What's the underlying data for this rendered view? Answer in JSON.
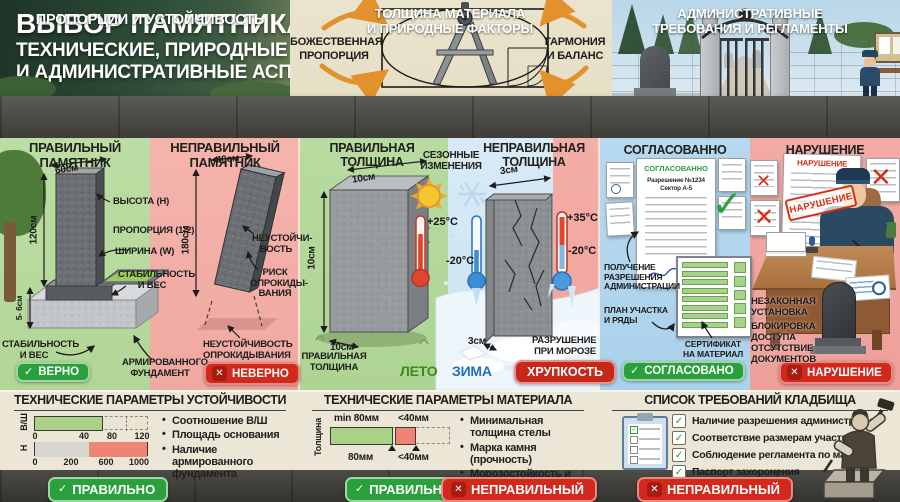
{
  "icons": {
    "check": "✓",
    "cross": "✕"
  },
  "palette": {
    "correct_green": "#2aa03c",
    "error_red": "#d3291d",
    "fragility_red": "#c4291b",
    "green_zone": "#b9dba0",
    "pink_zone": "#f3b1a9",
    "blue_zone": "#b4d7ee",
    "winter_zone": "#d6e9f6",
    "cream_panel": "#ece6d6",
    "stone_dark": "#45443f",
    "accent_orange": "#e2912c",
    "summer_text": "#3e8a1e",
    "winter_text": "#1f6fc0"
  },
  "title": {
    "line1": "ВЫБОР ПАМЯТНИКА:",
    "line2": "ТЕХНИЧЕСКИЕ, ПРИРОДНЫЕ",
    "line3": "И АДМИНИСТРАТИВНЫЕ АСПЕКТЫ"
  },
  "banner": {
    "left_label_1": "БОЖЕСТВЕННАЯ",
    "left_label_2": "ПРОПОРЦИЯ",
    "right_label_1": "ГАРМОНИЯ",
    "right_label_2": "И БАЛАНС"
  },
  "col1": {
    "header": "ПРОПОРЦИИ И УСТОЙЧИВОСТЬ",
    "correct": {
      "title_1": "ПРАВИЛЬНЫЙ",
      "title_2": "ПАМЯТНИК",
      "dim_width": "60см",
      "dim_height": "120см",
      "dim_base": "5- 6см",
      "label_height": "ВЫСОТА (H)",
      "label_proportion": "ПРОПОРЦИЯ (1:2)",
      "label_width": "ШИРИНА (W)",
      "label_stability_1": "СТАБИЛЬНОСТЬ",
      "label_stability_2": "И ВЕС",
      "label_foundation_1": "АРМИРОВАННОГО",
      "label_foundation_2": "ФУНДАМЕНТ",
      "badge": "ВЕРНО"
    },
    "incorrect": {
      "title_1": "НЕПРАВИЛЬНЫЙ",
      "title_2": "ПАМЯТНИК",
      "dim_width": "40см",
      "dim_height": "180см",
      "label_unstable_1": "НЕУСТОЙЧИ-",
      "label_unstable_2": "ВОСТЬ",
      "label_risk_1": "РИСК",
      "label_risk_2": "ОПРОКИДЫ-",
      "label_risk_3": "ВАНИЯ",
      "label_tipping_1": "НЕУСТОЙЧИВОСТЬ",
      "label_tipping_2": "ОПРОКИДЫВАНИЯ",
      "badge": "НЕВЕРНО"
    },
    "panel": {
      "title": "ТЕХНИЧЕСКИЕ ПАРАМЕТРЫ УСТОЙЧИВОСТИ",
      "bar1_axis": "В/Ш",
      "bar1_ticks": [
        "0",
        "40",
        "80",
        "120"
      ],
      "bar2_axis": "Н",
      "bar2_ticks": [
        "0",
        "200",
        "600",
        "1000"
      ],
      "bullet1": "Соотношение В/Ш",
      "bullet2": "Площадь основания",
      "bullet3": "Наличие армированного фундамента"
    },
    "verdict": "ПРАВИЛЬНО"
  },
  "col2": {
    "header_1": "ТОЛЩИНА МАТЕРИАЛА",
    "header_2": "И ПРИРОДНЫЕ ФАКТОРЫ",
    "correct_title_1": "ПРАВИЛЬНАЯ",
    "correct_title_2": "ТОЛЩИНА",
    "seasonal_1": "СЕЗОННЫЕ",
    "seasonal_2": "ИЗМЕНЕНИЯ",
    "incorrect_title_1": "НЕПРАВИЛЬНАЯ",
    "incorrect_title_2": "ТОЛЩИНА",
    "dim_left_top": "10см",
    "dim_left_side": "10см",
    "dim_left_bottom": "10см",
    "dim_right_top": "3см",
    "dim_right_bottom": "3см",
    "temp_summer": "+25°C",
    "temp_winter": "-20°C",
    "temp_hot": "+35°C",
    "temp_cold": "-20°C",
    "label_correct_1": "ПРАВИЛЬНАЯ",
    "label_correct_2": "ТОЛЩИНА",
    "label_frost_1": "РАЗРУШЕНИЕ",
    "label_frost_2": "ПРИ МОРОЗЕ",
    "summer": "ЛЕТО",
    "winter": "ЗИМА",
    "fragility": "ХРУПКОСТЬ",
    "panel": {
      "title": "ТЕХНИЧЕСКИЕ ПАРАМЕТРЫ МАТЕРИАЛА",
      "axis": "Толщина",
      "top_left": "min 80мм",
      "top_right": "<40мм",
      "bottom_left": "80мм",
      "bottom_right": "<40мм",
      "bullet1": "Минимальная толщина стелы",
      "bullet2": "Марка камня (прочность)",
      "bullet3": "Морозостойкость и влагопоглощение"
    },
    "verdict_ok": "ПРАВИЛЬНО",
    "verdict_bad": "НЕПРАВИЛЬНЫЙ"
  },
  "col3": {
    "header_1": "АДМИНИСТРАТИВНЫЕ",
    "header_2": "ТРЕБОВАНИЯ И РЕГЛАМЕНТЫ",
    "approved": {
      "title": "СОГЛАСОВАННО",
      "doc_title": "СОГЛАСОВАННО",
      "doc_line1": "Разрешение №1234",
      "doc_line2": "Сектор А-5",
      "label_permit_1": "ПОЛУЧЕНИЕ",
      "label_permit_2": "РАЗРЕШЕНИЯ",
      "label_permit_3": "АДМИНИСТРАЦИИ",
      "label_plan_1": "ПЛАН УЧАСТКА",
      "label_plan_2": "И РЯДЫ",
      "label_cert_1": "СЕРТИФИКАТ",
      "label_cert_2": "НА МАТЕРИАЛ",
      "badge": "СОГЛАСОВАНО"
    },
    "violation": {
      "title": "НАРУШЕНИЕ",
      "doc_title": "НАРУШЕНИЕ",
      "stamp": "НАРУШЕНИЕ",
      "label_illegal_1": "НЕЗАКОННАЯ",
      "label_illegal_2": "УСТАНОВКА",
      "label_block_1": "БЛОКИРОВКА",
      "label_block_2": "ДОСТУПА",
      "label_nodocs_1": "ОТСУТСТВИЕ",
      "label_nodocs_2": "ДОКУМЕНТОВ",
      "badge": "НАРУШЕНИЕ"
    },
    "panel": {
      "title": "СПИСОК ТРЕБОВАНИЙ КЛАДБИЩА",
      "item1": "Наличие разрешения администрации",
      "item2": "Соответствие размерам участка",
      "item3": "Соблюдение регламента по мат",
      "item4": "Паспорт захоронения"
    },
    "verdict": "НЕПРАВИЛЬНЫЙ"
  }
}
